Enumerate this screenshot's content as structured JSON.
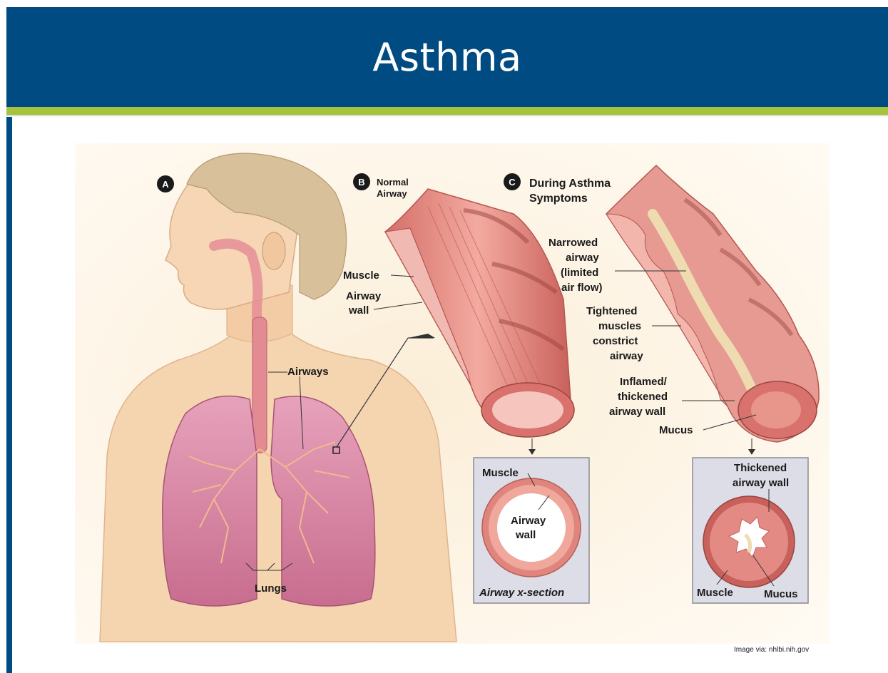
{
  "title": "Asthma",
  "credit": "Image via: nhlbi.nih.gov",
  "panels": {
    "a": {
      "letter": "A"
    },
    "b": {
      "letter": "B",
      "title_line1": "Normal",
      "title_line2": "Airway"
    },
    "c": {
      "letter": "C",
      "title_line1": "During Asthma",
      "title_line2": "Symptoms"
    }
  },
  "labels": {
    "airways": "Airways",
    "lungs": "Lungs",
    "muscle": "Muscle",
    "airway_wall_1": "Airway",
    "airway_wall_2": "wall",
    "narrowed_1": "Narrowed",
    "narrowed_2": "airway",
    "narrowed_3": "(limited",
    "narrowed_4": "air flow)",
    "tightened_1": "Tightened",
    "tightened_2": "muscles",
    "tightened_3": "constrict",
    "tightened_4": "airway",
    "inflamed_1": "Inflamed/",
    "inflamed_2": "thickened",
    "inflamed_3": "airway wall",
    "mucus": "Mucus",
    "xsec_muscle": "Muscle",
    "xsec_wall_1": "Airway",
    "xsec_wall_2": "wall",
    "xsec_caption": "Airway x-section",
    "thick_1": "Thickened",
    "thick_2": "airway wall",
    "asthma_muscle": "Muscle",
    "asthma_mucus": "Mucus"
  },
  "colors": {
    "header": "#004b82",
    "accent": "#a6c43a",
    "skin": "#f6d9b8",
    "lung": "#d98aa6",
    "airway": "#e48a84",
    "mucus": "#eedbb0"
  }
}
